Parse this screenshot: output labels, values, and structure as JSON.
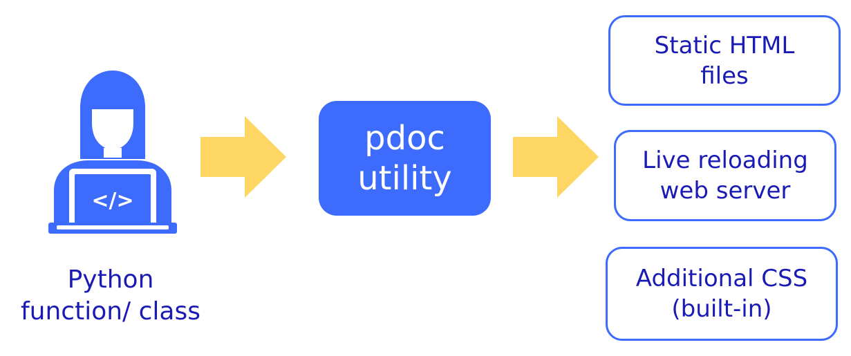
{
  "colors": {
    "brand_blue": "#3d6bfb",
    "text_blue": "#1a1ab5",
    "arrow_yellow": "#fdd663",
    "white": "#ffffff"
  },
  "developer": {
    "icon": "developer-laptop-icon",
    "code_glyph": "</>",
    "caption_lines": [
      "Python",
      "function/ class"
    ]
  },
  "arrows": {
    "icon": "right-arrow-icon"
  },
  "pdoc": {
    "lines": [
      "pdoc",
      "utility"
    ]
  },
  "outputs": [
    {
      "lines": [
        "Static HTML",
        "files"
      ]
    },
    {
      "lines": [
        "Live reloading",
        "web server"
      ]
    },
    {
      "lines": [
        "Additional CSS",
        "(built-in)"
      ]
    }
  ]
}
